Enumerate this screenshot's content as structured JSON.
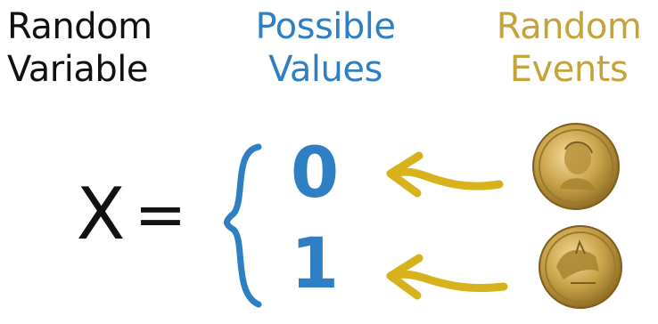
{
  "headers": {
    "random_variable": [
      "Random",
      "Variable"
    ],
    "possible_values": [
      "Possible",
      "Values"
    ],
    "random_events": [
      "Random",
      "Events"
    ]
  },
  "variable": "X",
  "equals": "=",
  "values": [
    "0",
    "1"
  ],
  "events": [
    {
      "value": "0",
      "icon": "coin-heads-icon"
    },
    {
      "value": "1",
      "icon": "coin-tails-icon"
    }
  ],
  "colors": {
    "variable_text": "#111111",
    "values_blue": "#2e7fc4",
    "events_gold": "#c4a43a",
    "arrow_gold": "#d8b21c",
    "coin_gold": "#c9a24a"
  }
}
